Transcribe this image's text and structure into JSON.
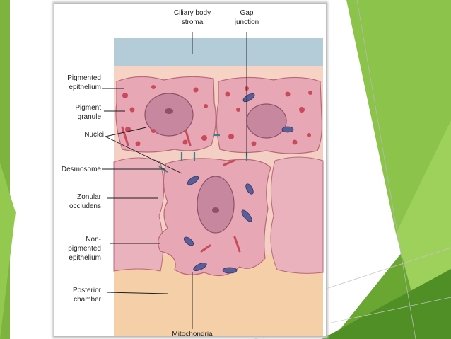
{
  "labels": {
    "ciliary_body_stroma": [
      "Ciliary body",
      "stroma"
    ],
    "gap_junction": [
      "Gap",
      "junction"
    ],
    "pigmented_epithelium": [
      "Pigmented",
      "epithelium"
    ],
    "pigment_granule": [
      "Pigment",
      "granule"
    ],
    "nuclei": [
      "Nuclei"
    ],
    "desmosome": [
      "Desmosome"
    ],
    "zonular_occludens": [
      "Zonular",
      "occludens"
    ],
    "non_pigmented_epithelium": [
      "Non-",
      "pigmented",
      "epithelium"
    ],
    "posterior_chamber": [
      "Posterior",
      "chamber"
    ],
    "mitochondria": [
      "Mitochondria"
    ]
  },
  "colors": {
    "slide_green_dark": "#5a9a2a",
    "slide_green_light": "#9fd05a",
    "stroma_blue": "#b4cbd8",
    "cell_pink": "#e8a7b4",
    "nucleus_purple": "#c7879f",
    "pigment_red": "#c84a5c",
    "mitochondria_blue": "#5a5f96",
    "chamber_peach": "#f4cfa8"
  }
}
